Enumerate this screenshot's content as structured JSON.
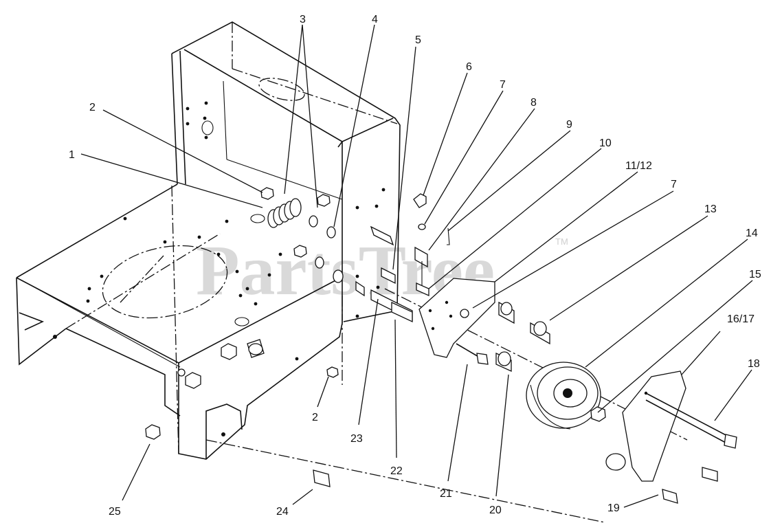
{
  "watermark": {
    "text": "PartsTree",
    "trademark": "TM"
  },
  "callouts": [
    {
      "id": "1",
      "label": "1"
    },
    {
      "id": "2",
      "label": "2"
    },
    {
      "id": "3",
      "label": "3"
    },
    {
      "id": "4",
      "label": "4"
    },
    {
      "id": "5",
      "label": "5"
    },
    {
      "id": "6",
      "label": "6"
    },
    {
      "id": "7a",
      "label": "7"
    },
    {
      "id": "8",
      "label": "8"
    },
    {
      "id": "9",
      "label": "9"
    },
    {
      "id": "10",
      "label": "10"
    },
    {
      "id": "11-12",
      "label": "11/12"
    },
    {
      "id": "7b",
      "label": "7"
    },
    {
      "id": "13",
      "label": "13"
    },
    {
      "id": "14",
      "label": "14"
    },
    {
      "id": "15",
      "label": "15"
    },
    {
      "id": "16-17",
      "label": "16/17"
    },
    {
      "id": "18",
      "label": "18"
    },
    {
      "id": "19",
      "label": "19"
    },
    {
      "id": "20",
      "label": "20"
    },
    {
      "id": "21",
      "label": "21"
    },
    {
      "id": "22",
      "label": "22"
    },
    {
      "id": "23",
      "label": "23"
    },
    {
      "id": "2b",
      "label": "2"
    },
    {
      "id": "24",
      "label": "24"
    },
    {
      "id": "25",
      "label": "25"
    }
  ]
}
